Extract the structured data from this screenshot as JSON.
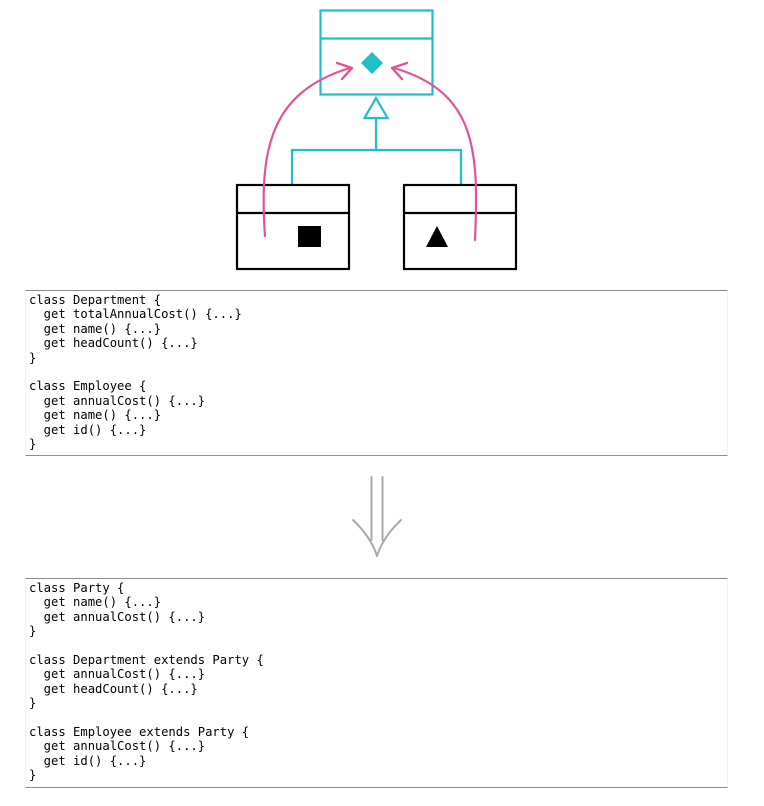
{
  "colors": {
    "uml_superclass": "#1ebfc8",
    "uml_subclass": "#000000",
    "move_arrows": "#e0529b",
    "refactor_arrow": "#a9a9a9"
  },
  "icons": {
    "superclass_member": "diamond-icon",
    "department_member": "square-icon",
    "employee_member": "triangle-icon",
    "generalization": "hollow-triangle-arrowhead",
    "transform": "double-down-arrow"
  },
  "code_before": {
    "lines": [
      "class Department {",
      "  get totalAnnualCost() {...}",
      "  get name() {...}",
      "  get headCount() {...}",
      "}",
      "",
      "class Employee {",
      "  get annualCost() {...}",
      "  get name() {...}",
      "  get id() {...}",
      "}"
    ]
  },
  "code_after": {
    "lines": [
      "class Party {",
      "  get name() {...}",
      "  get annualCost() {...}",
      "}",
      "",
      "class Department extends Party {",
      "  get annualCost() {...}",
      "  get headCount() {...}",
      "}",
      "",
      "class Employee extends Party {",
      "  get annualCost() {...}",
      "  get id() {...}",
      "}"
    ]
  }
}
